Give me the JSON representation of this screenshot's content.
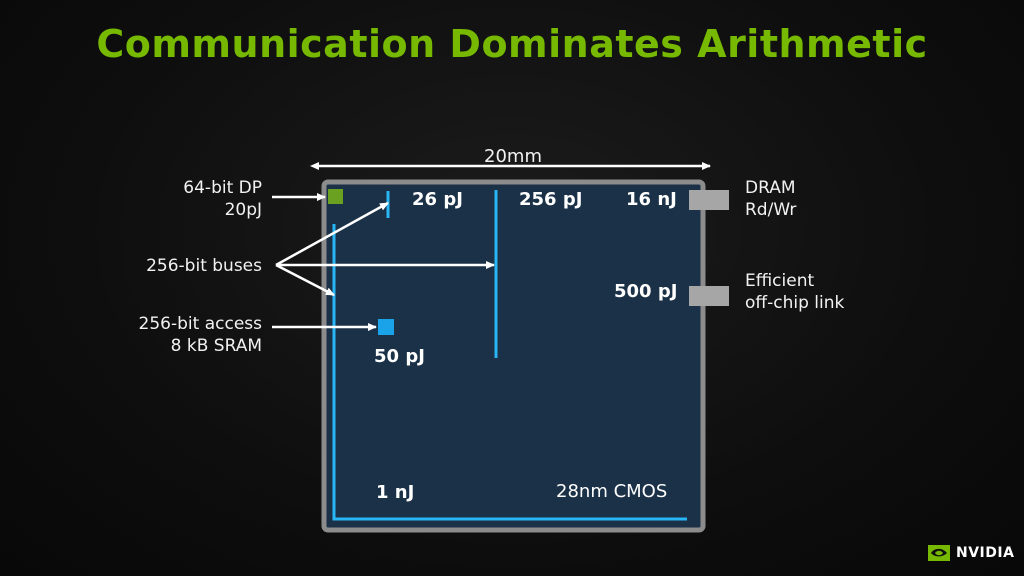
{
  "title": "Communication Dominates Arithmetic",
  "dimension_label": "20mm",
  "left_labels": {
    "dp_line1": "64-bit DP",
    "dp_line2": "20pJ",
    "buses": "256-bit buses",
    "sram_line1": "256-bit access",
    "sram_line2": "8 kB SRAM"
  },
  "chip": {
    "bus_26": "26 pJ",
    "bus_256": "256 pJ",
    "dram_cost": "16 nJ",
    "link_cost": "500 pJ",
    "sram_cost": "50 pJ",
    "long_bus": "1 nJ",
    "process": "28nm CMOS"
  },
  "right_labels": {
    "dram_line1": "DRAM",
    "dram_line2": "Rd/Wr",
    "link_line1": "Efficient",
    "link_line2": "off-chip link"
  },
  "logo": {
    "text": "NVIDIA",
    "icon": "nvidia-eye-icon"
  },
  "colors": {
    "title": "#76b900",
    "chip_fill": "#1a3147",
    "chip_border": "#8c8c8c",
    "wire": "#29b6f6",
    "dp_unit": "#6aa121",
    "sram": "#1aa3e8",
    "pad": "#a6a6a6"
  }
}
